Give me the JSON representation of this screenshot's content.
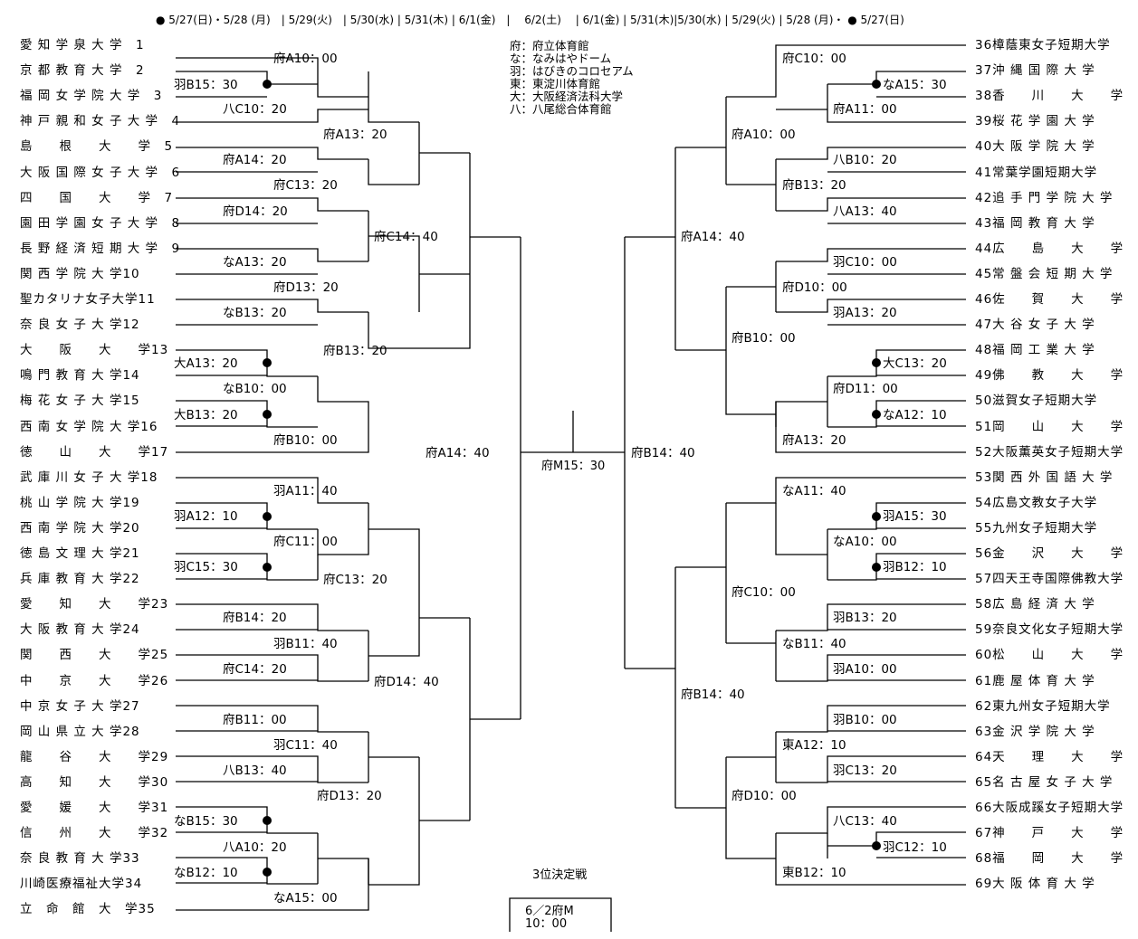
{
  "header": "● 5/27(日)・5/28 (月)　| 5/29(火)　| 5/30(水) | 5/31(木) | 6/1(金)　|　 6/2(土)　 | 6/1(金) | 5/31(木)|5/30(水) | 5/29(火) | 5/28 (月)・ ● 5/27(日)",
  "legend": [
    "府：府立体育館",
    "な：なみはやドーム",
    "羽：はびきのコロセアム",
    "東：東淀川体育館",
    "大：大阪経済法科大学",
    "八：八尾総合体育館"
  ],
  "teams_left": [
    "愛 知 学 泉 大 学　1",
    "京 都 教 育 大 学　2",
    "福 岡 女 学 院 大 学　3",
    "神 戸 親 和 女 子 大 学　4",
    "島　　根　　大　　学　5",
    "大 阪 国 際 女 子 大 学　6",
    "四　　国　　大　　学　7",
    "園 田 学 園 女 子 大 学　8",
    "長 野 経 済 短 期 大 学　9",
    "関 西 学 院 大 学10",
    "聖カタリナ女子大学11",
    "奈 良 女 子 大 学12",
    "大　　阪　　大　　学13",
    "鳴 門 教 育 大 学14",
    "梅 花 女 子 大 学15",
    "西 南 女 学 院 大 学16",
    "徳　　山　　大　　学17",
    "武 庫 川 女 子 大 学18",
    "桃 山 学 院 大 学19",
    "西 南 学 院 大 学20",
    "徳 島 文 理 大 学21",
    "兵 庫 教 育 大 学22",
    "愛　　知　　大　　学23",
    "大 阪 教 育 大 学24",
    "関　　西　　大　　学25",
    "中　　京　　大　　学26",
    "中 京 女 子 大 学27",
    "岡 山 県 立 大 学28",
    "龍　　谷　　大　　学29",
    "高　　知　　大　　学30",
    "愛　　媛　　大　　学31",
    "信　　州　　大　　学32",
    "奈 良 教 育 大 学33",
    "川崎医療福祉大学34",
    "立　命　館　大　学35"
  ],
  "teams_right": [
    "36樟蔭東女子短期大学",
    "37沖 縄 国 際 大 学",
    "38香　　川　　大　　学",
    "39桜 花 学 園 大 学",
    "40大 阪 学 院 大 学",
    "41常葉学園短期大学",
    "42追 手 門 学 院 大 学",
    "43福 岡 教 育 大 学",
    "44広　　島　　大　　学",
    "45常 盤 会 短 期 大 学",
    "46佐　　賀　　大　　学",
    "47大 谷 女 子 大 学",
    "48福 岡 工 業 大 学",
    "49佛　　教　　大　　学",
    "50滋賀女子短期大学",
    "51岡　　山　　大　　学",
    "52大阪薫英女子短期大学",
    "53関 西 外 国 語 大 学",
    "54広島文教女子大学",
    "55九州女子短期大学",
    "56金　　沢　　大　　学",
    "57四天王寺国際佛教大学",
    "58広 島 経 済 大 学",
    "59奈良文化女子短期大学",
    "60松　　山　　大　　学",
    "61鹿 屋 体 育 大 学",
    "62東九州女子短期大学",
    "63金 沢 学 院 大 学",
    "64天　　理　　大　　学",
    "65名 古 屋 女 子 大 学",
    "66大阪成蹊女子短期大学",
    "67神　　戸　　大　　学",
    "68福　　岡　　大　　学",
    "69大 阪 体 育 大 学"
  ],
  "matches_left": [
    "府A10：00",
    "羽B15：30",
    "八C10：20",
    "府A13：20",
    "府A14：20",
    "府C13：20",
    "府D14：20",
    "府C14：40",
    "なA13：20",
    "府D13：20",
    "なB13：20",
    "府B13：20",
    "大A13：20",
    "なB10：00",
    "大B13：20",
    "府B10：00",
    "府A14：40",
    "羽A11：40",
    "羽A12：10",
    "府C11：00",
    "羽C15：30",
    "府C13：20",
    "府B14：20",
    "羽B11：40",
    "府C14：20",
    "府D14：40",
    "府B11：00",
    "羽C11：40",
    "八B13：40",
    "府D13：20",
    "なB15：30",
    "八A10：20",
    "なB12：10",
    "なA15：00"
  ],
  "matches_right": [
    "府C10：00",
    "なA15：30",
    "府A11：00",
    "府A10：00",
    "八B10：20",
    "府B13：20",
    "八A13：40",
    "府A14：40",
    "羽C10：00",
    "府D10：00",
    "羽A13：20",
    "府B10：00",
    "大C13：20",
    "府D11：00",
    "なA12：10",
    "府A13：20",
    "府B14：40",
    "なA11：40",
    "羽A15：30",
    "なA10：00",
    "羽B12：10",
    "府C10：00",
    "羽B13：20",
    "なB11：40",
    "羽A10：00",
    "府B14：40",
    "羽B10：00",
    "東A12：10",
    "羽C13：20",
    "府D10：00",
    "八C13：40",
    "羽C12：10",
    "東B12：10"
  ],
  "final": "府M15：30",
  "third_place": {
    "title": "3位決定戦",
    "line1": "6／2府M",
    "line2": "10：00"
  }
}
